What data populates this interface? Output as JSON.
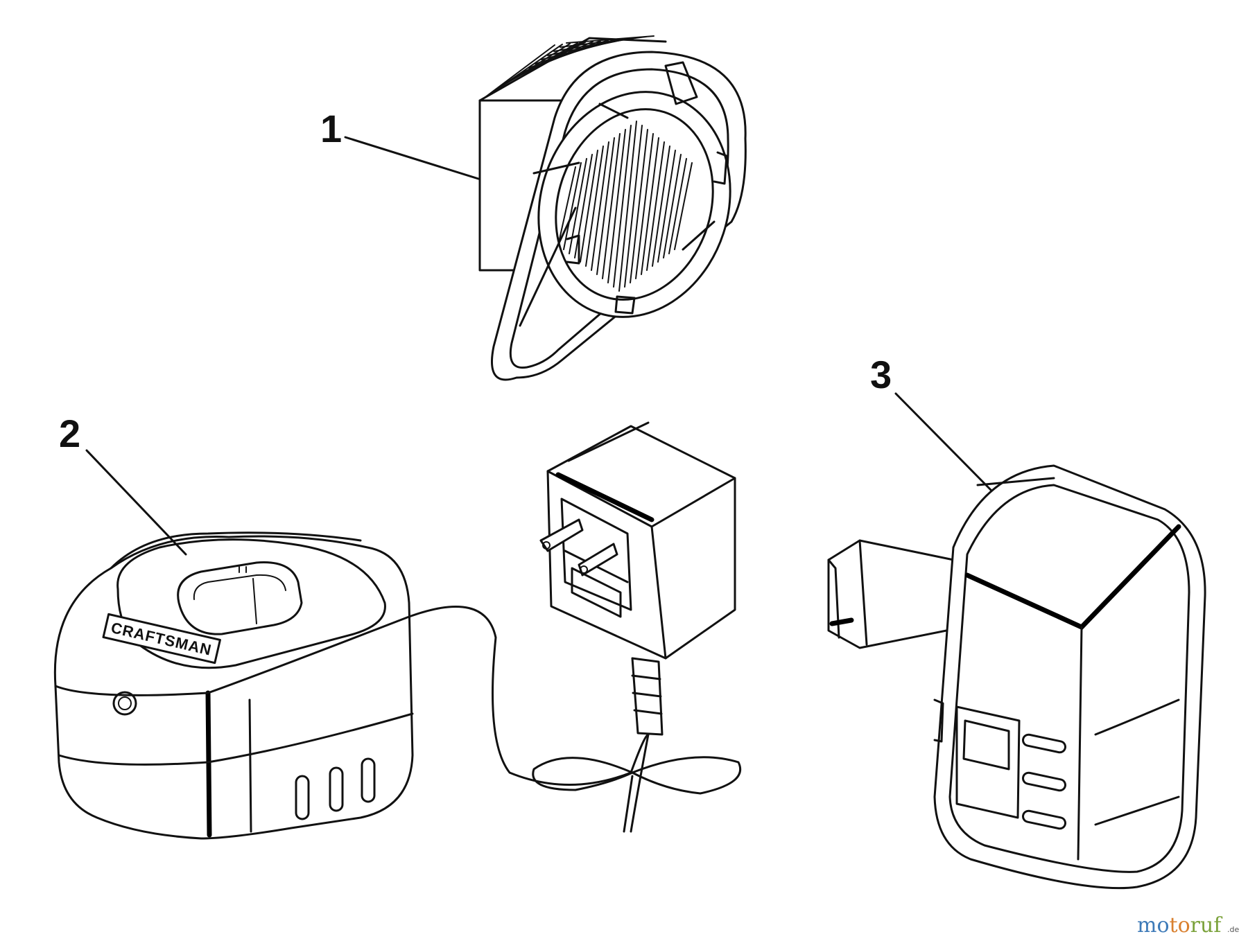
{
  "callouts": [
    {
      "label": "1",
      "part": "filter"
    },
    {
      "label": "2",
      "part": "charger"
    },
    {
      "label": "3",
      "part": "battery"
    }
  ],
  "brand_label": "CRAFTSMAN",
  "watermark": {
    "letters": [
      "m",
      "o",
      "t",
      "o",
      "r",
      "u",
      "f"
    ],
    "letter_colors": [
      "#3d7ab8",
      "#3d7ab8",
      "#d9802f",
      "#d9802f",
      "#7ba23b",
      "#7ba23b",
      "#7ba23b"
    ],
    "suffix": ".de"
  },
  "colors": {
    "line": "#111111",
    "background": "#ffffff"
  }
}
